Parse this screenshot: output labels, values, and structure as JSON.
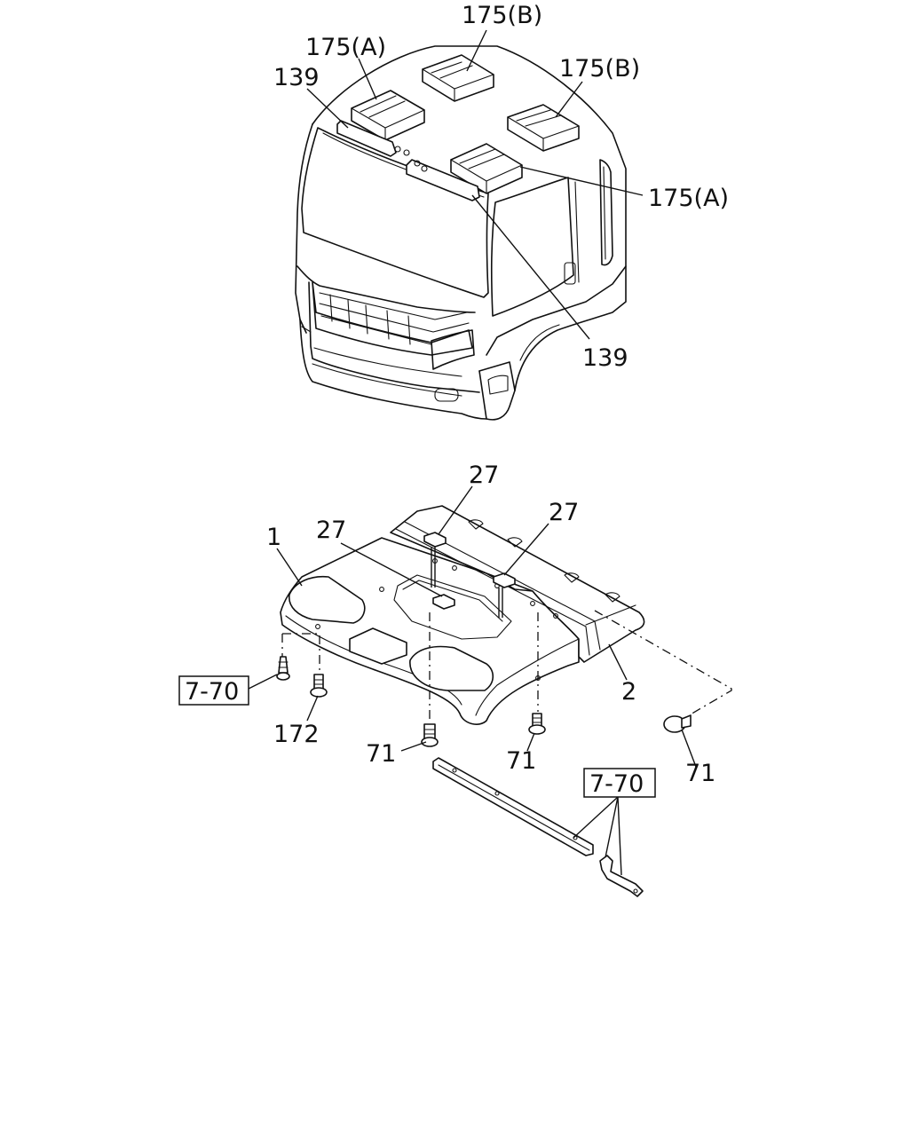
{
  "callouts": {
    "upper": {
      "l175a_top": "175(A)",
      "l175b_top": "175(B)",
      "l175b_right": "175(B)",
      "l139_top": "139",
      "l175a_right": "175(A)",
      "l139_bottom": "139"
    },
    "lower": {
      "l27_top": "27",
      "l27_right": "27",
      "l27_left": "27",
      "l1": "1",
      "l2": "2",
      "l172": "172",
      "l71_a": "71",
      "l71_b": "71",
      "l71_c": "71",
      "ref_left": "7-70",
      "ref_right": "7-70"
    }
  },
  "icons": [
    "truck-cab",
    "headliner-panel",
    "clip",
    "screw",
    "trim-strip",
    "bracket"
  ]
}
